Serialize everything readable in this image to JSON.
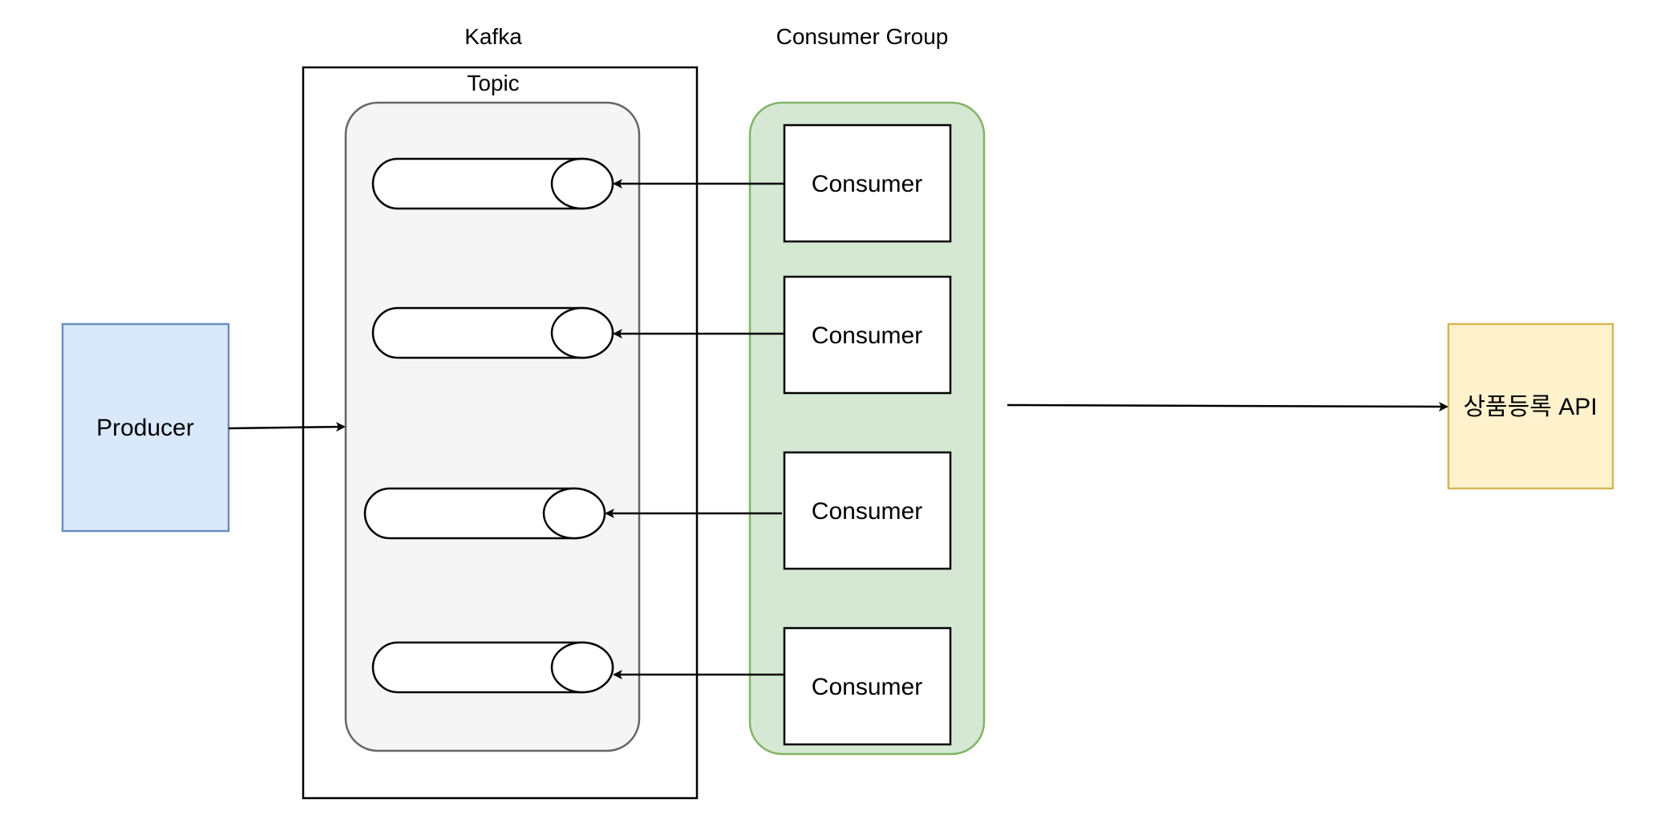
{
  "title": "Kafka",
  "consumer_group_label": "Consumer Group",
  "topic_label": "Topic",
  "producer_label": "Producer",
  "api_label": "상품등록 API",
  "consumers": [
    {
      "label": "Consumer"
    },
    {
      "label": "Consumer"
    },
    {
      "label": "Consumer"
    },
    {
      "label": "Consumer"
    }
  ],
  "colors": {
    "producer_fill": "#dae8fc",
    "producer_stroke": "#6c8ebf",
    "api_fill": "#fff2cc",
    "api_stroke": "#d6b656",
    "group_fill": "#d5e8d4",
    "group_stroke": "#82b366",
    "topic_fill": "#f5f5f5",
    "topic_stroke": "#666666"
  }
}
